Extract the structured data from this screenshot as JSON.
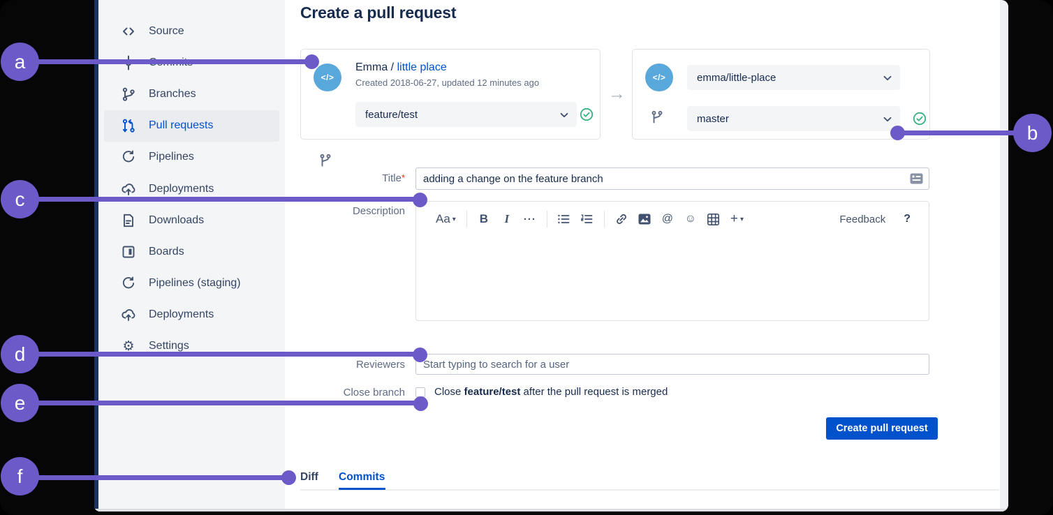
{
  "colors": {
    "annotation": "#6B5AC7",
    "primary": "#0052CC",
    "heading": "#172B4D",
    "muted": "#5E6C84",
    "sidebar-bg": "#F4F5F7",
    "selected-bg": "#EBECF0",
    "avatar-blue": "#59A8DC",
    "success": "#36B37E",
    "required": "#DE350B",
    "button-bg": "#0052CC"
  },
  "header": {
    "title": "Create a pull request"
  },
  "sidebar": {
    "items": [
      {
        "label": "Source",
        "icon": "code-icon",
        "selected": false
      },
      {
        "label": "Commits",
        "icon": "commits-icon",
        "selected": false
      },
      {
        "label": "Branches",
        "icon": "branches-icon",
        "selected": false
      },
      {
        "label": "Pull requests",
        "icon": "pull-requests-icon",
        "selected": true
      },
      {
        "label": "Pipelines",
        "icon": "pipelines-icon",
        "selected": false
      },
      {
        "label": "Deployments",
        "icon": "deployments-icon",
        "selected": false
      },
      {
        "label": "Downloads",
        "icon": "downloads-icon",
        "selected": false
      },
      {
        "label": "Boards",
        "icon": "boards-icon",
        "selected": false
      },
      {
        "label": "Pipelines (staging)",
        "icon": "pipelines-icon",
        "selected": false
      },
      {
        "label": "Deployments",
        "icon": "deployments-icon",
        "selected": false
      },
      {
        "label": "Settings",
        "icon": "settings-icon",
        "selected": false
      }
    ]
  },
  "source_card": {
    "repo_owner": "Emma",
    "separator": " / ",
    "repo_name": "little place",
    "meta": "Created 2018-06-27, updated 12 minutes ago",
    "branch": "feature/test"
  },
  "dest_card": {
    "repo_select": "emma/little-place",
    "branch": "master"
  },
  "form": {
    "title_label": "Title",
    "required_mark": "*",
    "title_value": "adding a change on the feature branch",
    "description_label": "Description",
    "reviewers_label": "Reviewers",
    "reviewers_placeholder": "Start typing to search for a user",
    "close_branch_label": "Close branch",
    "close_branch": {
      "pre": "Close ",
      "branch": "feature/test",
      "post": " after the pull request is merged"
    },
    "submit_label": "Create pull request"
  },
  "editor": {
    "labels": {
      "feedback": "Feedback"
    }
  },
  "icons": {
    "code": "</>",
    "style": "Aa",
    "bold": "B",
    "italic": "I",
    "more": "···",
    "mention": "@",
    "emoji": "☺",
    "plus": "+",
    "help": "?",
    "chevron_small": "▾",
    "arrow_right": "→",
    "gear": "⚙"
  },
  "tabs": [
    {
      "label": "Diff",
      "active": false
    },
    {
      "label": "Commits",
      "active": true
    }
  ],
  "annotations": {
    "markers": [
      {
        "label": "a"
      },
      {
        "label": "b"
      },
      {
        "label": "c"
      },
      {
        "label": "d"
      },
      {
        "label": "e"
      },
      {
        "label": "f"
      }
    ]
  }
}
